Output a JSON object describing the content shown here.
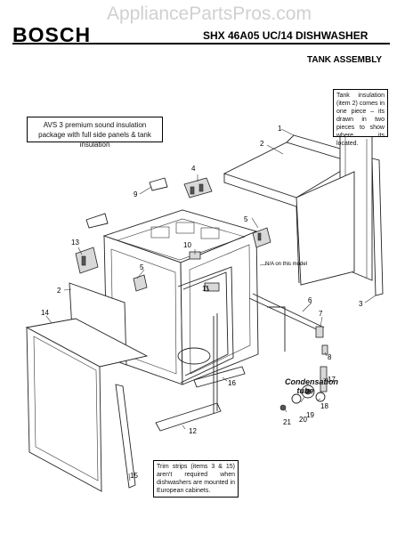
{
  "watermark": "AppliancePartsPros.com",
  "header": {
    "brand": "BOSCH",
    "model": "SHX 46A05 UC/14 DISHWASHER",
    "section": "TANK ASSEMBLY"
  },
  "notes": {
    "tank_insulation": "Tank insulation (item 2) comes in one piece – its drawn in two pieces to show where its located.",
    "avs": "AVS 3 premium sound insulation package with full side panels & tank insulation",
    "trim": "Trim strips (items 3 & 15) aren't required when dishwashers are mounted in European cabinets.",
    "na": "N/A on this model",
    "condensation": "Condensation tube"
  },
  "callouts": [
    "1",
    "2",
    "3",
    "4",
    "5",
    "6",
    "7",
    "8",
    "9",
    "10",
    "11",
    "12",
    "13",
    "2",
    "14",
    "5",
    "15",
    "16",
    "17",
    "18",
    "19",
    "20",
    "21"
  ]
}
